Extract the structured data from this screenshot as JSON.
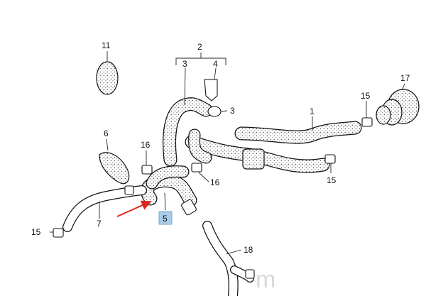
{
  "callouts": {
    "c2": "2",
    "c3a": "3",
    "c4": "4",
    "c3b": "3",
    "c11": "11",
    "c17": "17",
    "c15a": "15",
    "c1": "1",
    "c6": "6",
    "c16a": "16",
    "c16b": "16",
    "c15b": "15",
    "c7": "7",
    "c15c": "15",
    "c5": "5",
    "c18": "18"
  },
  "watermark": "m",
  "colors": {
    "line": "#111111",
    "hose_dots": "#555555",
    "highlight_box": "#a9cde8",
    "arrow": "#e0231c"
  }
}
